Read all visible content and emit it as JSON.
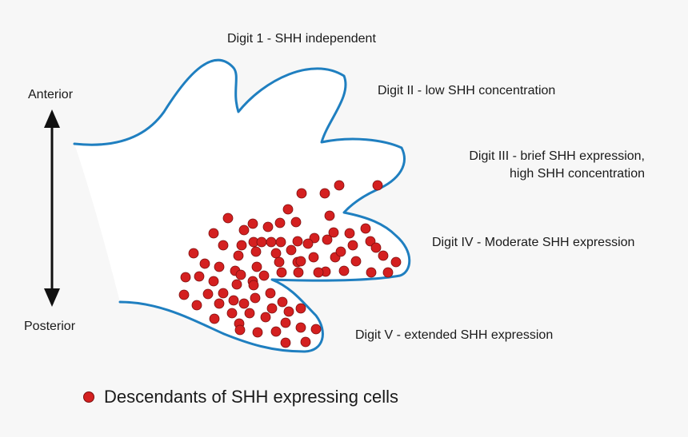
{
  "axis": {
    "top_label": "Anterior",
    "bottom_label": "Posterior"
  },
  "digits": [
    {
      "id": "digit-1",
      "label": "Digit 1 - SHH independent"
    },
    {
      "id": "digit-2",
      "label": "Digit II - low SHH concentration"
    },
    {
      "id": "digit-3",
      "label_line1": "Digit III - brief SHH expression,",
      "label_line2": "high SHH concentration"
    },
    {
      "id": "digit-4",
      "label": "Digit IV - Moderate SHH expression"
    },
    {
      "id": "digit-5",
      "label": "Digit V - extended SHH expression"
    }
  ],
  "legend": {
    "label": "Descendants of SHH expressing cells"
  },
  "colors": {
    "outline": "#1f7fc0",
    "cell_fill": "#d42020",
    "cell_stroke": "#7a0e0e",
    "arrow": "#111111"
  }
}
